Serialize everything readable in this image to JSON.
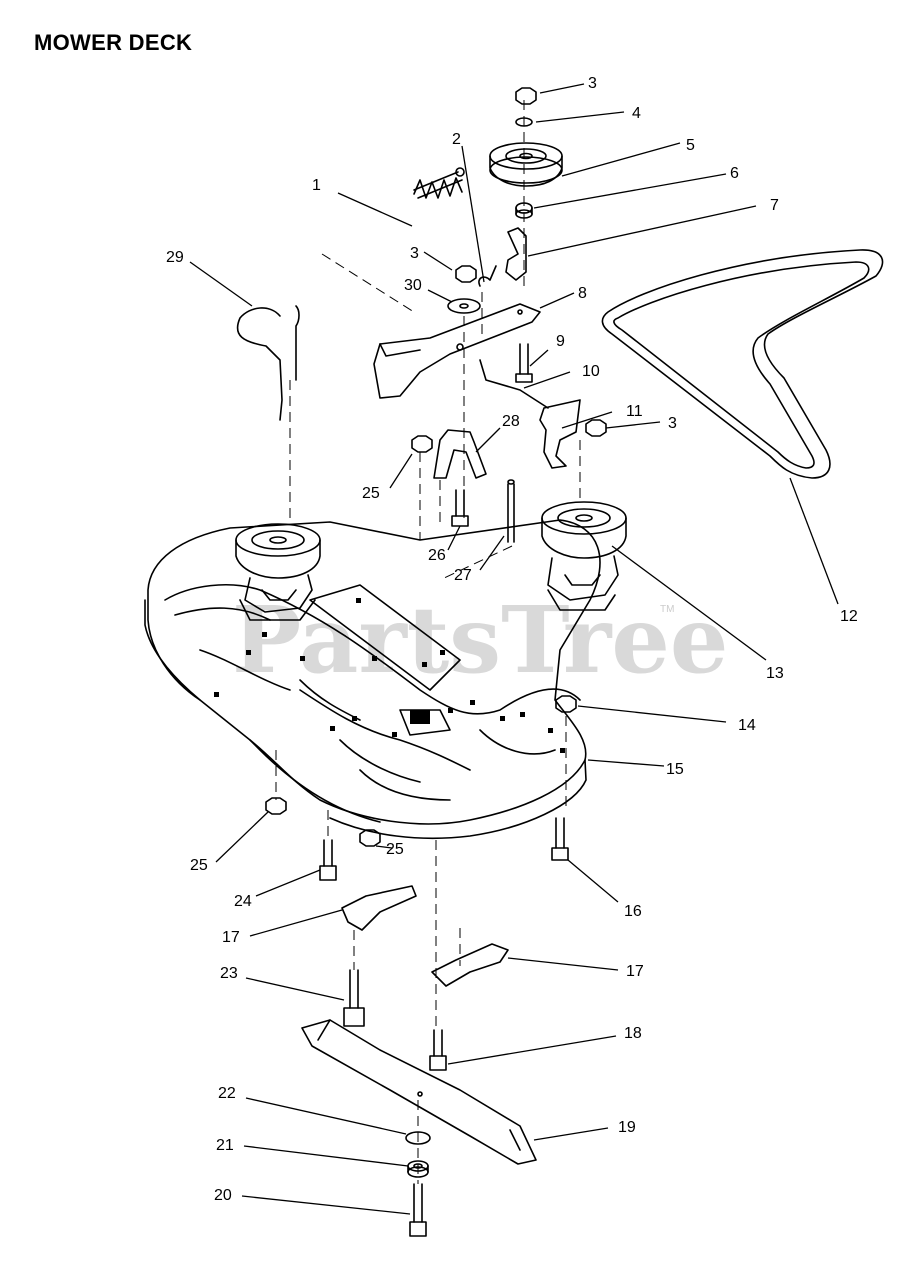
{
  "title": "MOWER DECK",
  "watermark": {
    "text": "PartsTree",
    "tm": "TM"
  },
  "callouts": {
    "c1": "1",
    "c2": "2",
    "c3a": "3",
    "c3b": "3",
    "c3c": "3",
    "c4": "4",
    "c5": "5",
    "c6": "6",
    "c7": "7",
    "c8": "8",
    "c9": "9",
    "c10": "10",
    "c11": "11",
    "c12": "12",
    "c13": "13",
    "c14": "14",
    "c15": "15",
    "c16": "16",
    "c17a": "17",
    "c17b": "17",
    "c18": "18",
    "c19": "19",
    "c20": "20",
    "c21": "21",
    "c22": "22",
    "c23": "23",
    "c24": "24",
    "c25a": "25",
    "c25b": "25",
    "c25c": "25",
    "c26": "26",
    "c27": "27",
    "c28": "28",
    "c29": "29",
    "c30": "30"
  },
  "colors": {
    "line": "#000000",
    "watermark": "#d9d9d9"
  }
}
